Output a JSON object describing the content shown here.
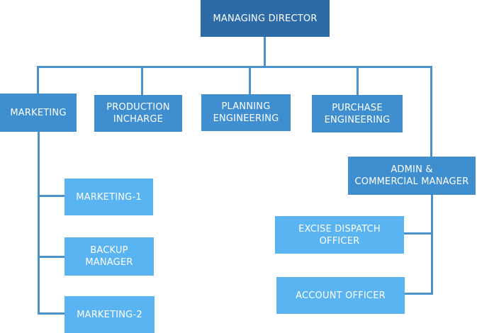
{
  "nodes": {
    "managing_director": "MANAGING DIRECTOR",
    "marketing": "MARKETING",
    "production_incharge": "PRODUCTION\nINCHARGE",
    "planning_engineering": "PLANNING\nENGINEERING",
    "purchase_engineering": "PURCHASE\nENGINEERING",
    "admin_commercial_manager": "ADMIN &\nCOMMERCIAL MANAGER",
    "marketing_1": "MARKETING-1",
    "backup_manager": "BACKUP\nMANAGER",
    "marketing_2": "MARKETING-2",
    "excise_dispatch_officer": "EXCISE DISPATCH\nOFFICER",
    "account_officer": "ACCOUNT OFFICER"
  },
  "colors": {
    "top": "#2c6aa8",
    "level1": "#3f8fd0",
    "level2": "#5ab4f2",
    "connector": "#4a92cc"
  }
}
